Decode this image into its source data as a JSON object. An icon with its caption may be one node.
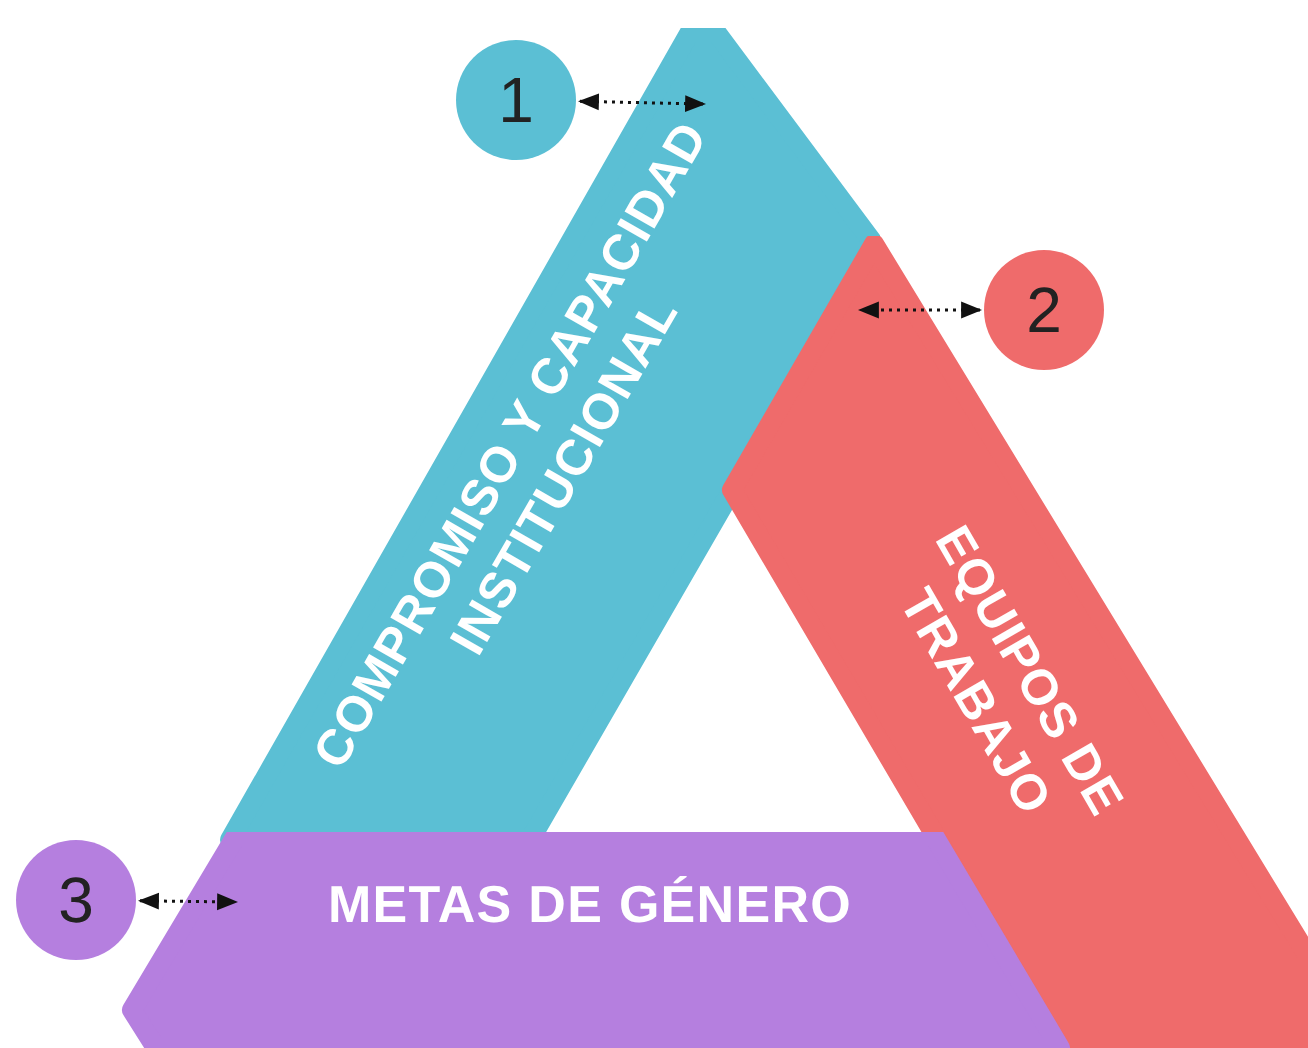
{
  "diagram": {
    "nodes": [
      {
        "text": [
          "COMPROMISO Y CAPACIDAD INSTITUCIONAL"
        ]
      },
      {
        "text": [
          "EQUIPOS DE TRABAJO"
        ]
      },
      {
        "text": [
          "METAS DE GÉNERO"
        ]
      },
      {
        "text": [
          "1"
        ]
      },
      {
        "text": [
          "2"
        ]
      },
      {
        "text": [
          "3"
        ]
      }
    ],
    "edges": [
      {
        "from": 3,
        "to": 0,
        "arrow": "both",
        "style": "dashed"
      },
      {
        "from": 4,
        "to": 1,
        "arrow": "both",
        "style": "dashed"
      },
      {
        "from": 5,
        "to": 2,
        "arrow": "both",
        "style": "dashed"
      }
    ]
  }
}
